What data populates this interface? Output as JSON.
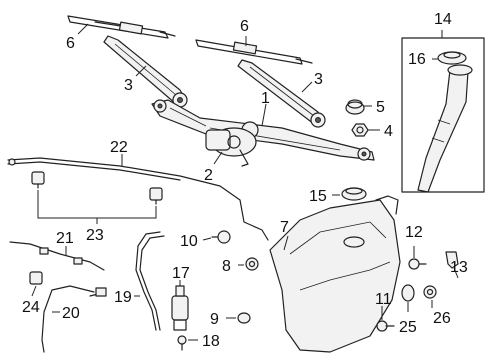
{
  "callouts": {
    "c1": "1",
    "c2": "2",
    "c3a": "3",
    "c3b": "3",
    "c4": "4",
    "c5": "5",
    "c6a": "6",
    "c6b": "6",
    "c7": "7",
    "c8": "8",
    "c9": "9",
    "c10": "10",
    "c11": "11",
    "c12": "12",
    "c13": "13",
    "c14": "14",
    "c15": "15",
    "c16": "16",
    "c17": "17",
    "c18": "18",
    "c19": "19",
    "c20": "20",
    "c21": "21",
    "c22": "22",
    "c23": "23",
    "c24": "24",
    "c25": "25",
    "c26": "26"
  }
}
